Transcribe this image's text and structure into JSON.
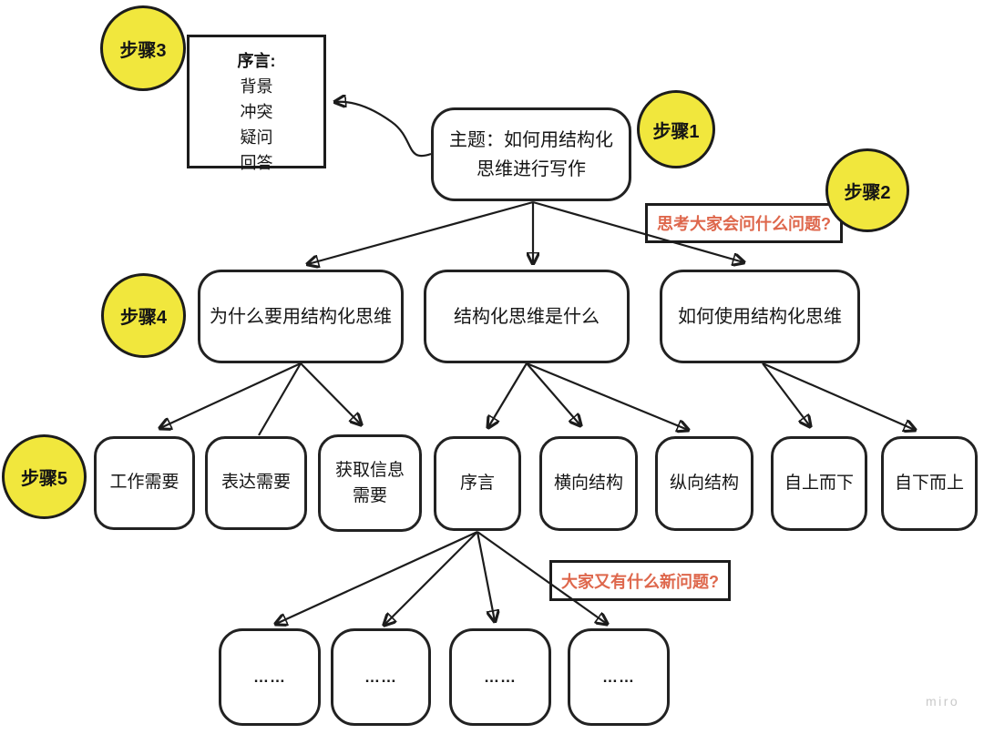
{
  "diagram": {
    "badges": {
      "step1": "步骤1",
      "step2": "步骤2",
      "step3": "步骤3",
      "step4": "步骤4",
      "step5": "步骤5"
    },
    "preface_detail": {
      "title": "序言:",
      "items": [
        "背景",
        "冲突",
        "疑问",
        "回答"
      ]
    },
    "topic": "主题：如何用结构化思维进行写作",
    "level2": {
      "why": "为什么要用结构化思维",
      "what": "结构化思维是什么",
      "how": "如何使用结构化思维"
    },
    "level3": {
      "work": "工作需要",
      "express": "表达需要",
      "info": "获取信息需要",
      "preface": "序言",
      "horizontal": "横向结构",
      "vertical": "纵向结构",
      "top_down": "自上而下",
      "bottom_up": "自下而上"
    },
    "level4": {
      "item1": "……",
      "item2": "……",
      "item3": "……",
      "item4": "……"
    },
    "annotations": {
      "question1": "思考大家会问什么问题?",
      "question2": "大家又有什么新问题?"
    },
    "watermark": "miro",
    "colors": {
      "badge_fill": "#F1E73D",
      "stroke": "#1C1C1C",
      "annotation_text": "#DE674C",
      "watermark_gray": "#C9C9C9"
    }
  }
}
